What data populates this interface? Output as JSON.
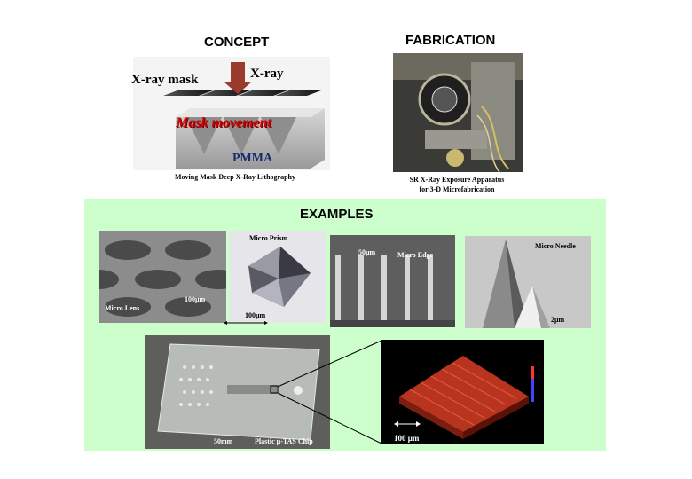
{
  "concept": {
    "heading": "CONCEPT",
    "xray_mask_label": "X-ray mask",
    "xray_label": "X-ray",
    "mask_movement_label": "Mask movement",
    "pmma_label": "PMMA",
    "caption": "Moving Mask Deep X-Ray Lithography"
  },
  "fabrication": {
    "heading": "FABRICATION",
    "caption_line1": "SR X-Ray Exposure Apparatus",
    "caption_line2": "for 3-D Microfabrication"
  },
  "examples": {
    "heading": "EXAMPLES",
    "micro_lens": {
      "name": "Micro Lens",
      "scale": "100μm"
    },
    "micro_prism": {
      "name": "Micro Prism",
      "scale": "100μm"
    },
    "micro_edge": {
      "name": "Micro Edge",
      "scale": "50μm"
    },
    "micro_needle": {
      "name": "Micro Needle",
      "scale": "2μm"
    },
    "chip": {
      "name": "Plastic μ-TAS Chip",
      "scale": "50mm"
    },
    "surface_plot": {
      "scale": "100 μm"
    }
  },
  "colors": {
    "examples_bg": "#ccffcc",
    "arrow": "#9b3b2e",
    "mask_movement": "#cc0000",
    "pmma_text": "#1a2a6c"
  }
}
